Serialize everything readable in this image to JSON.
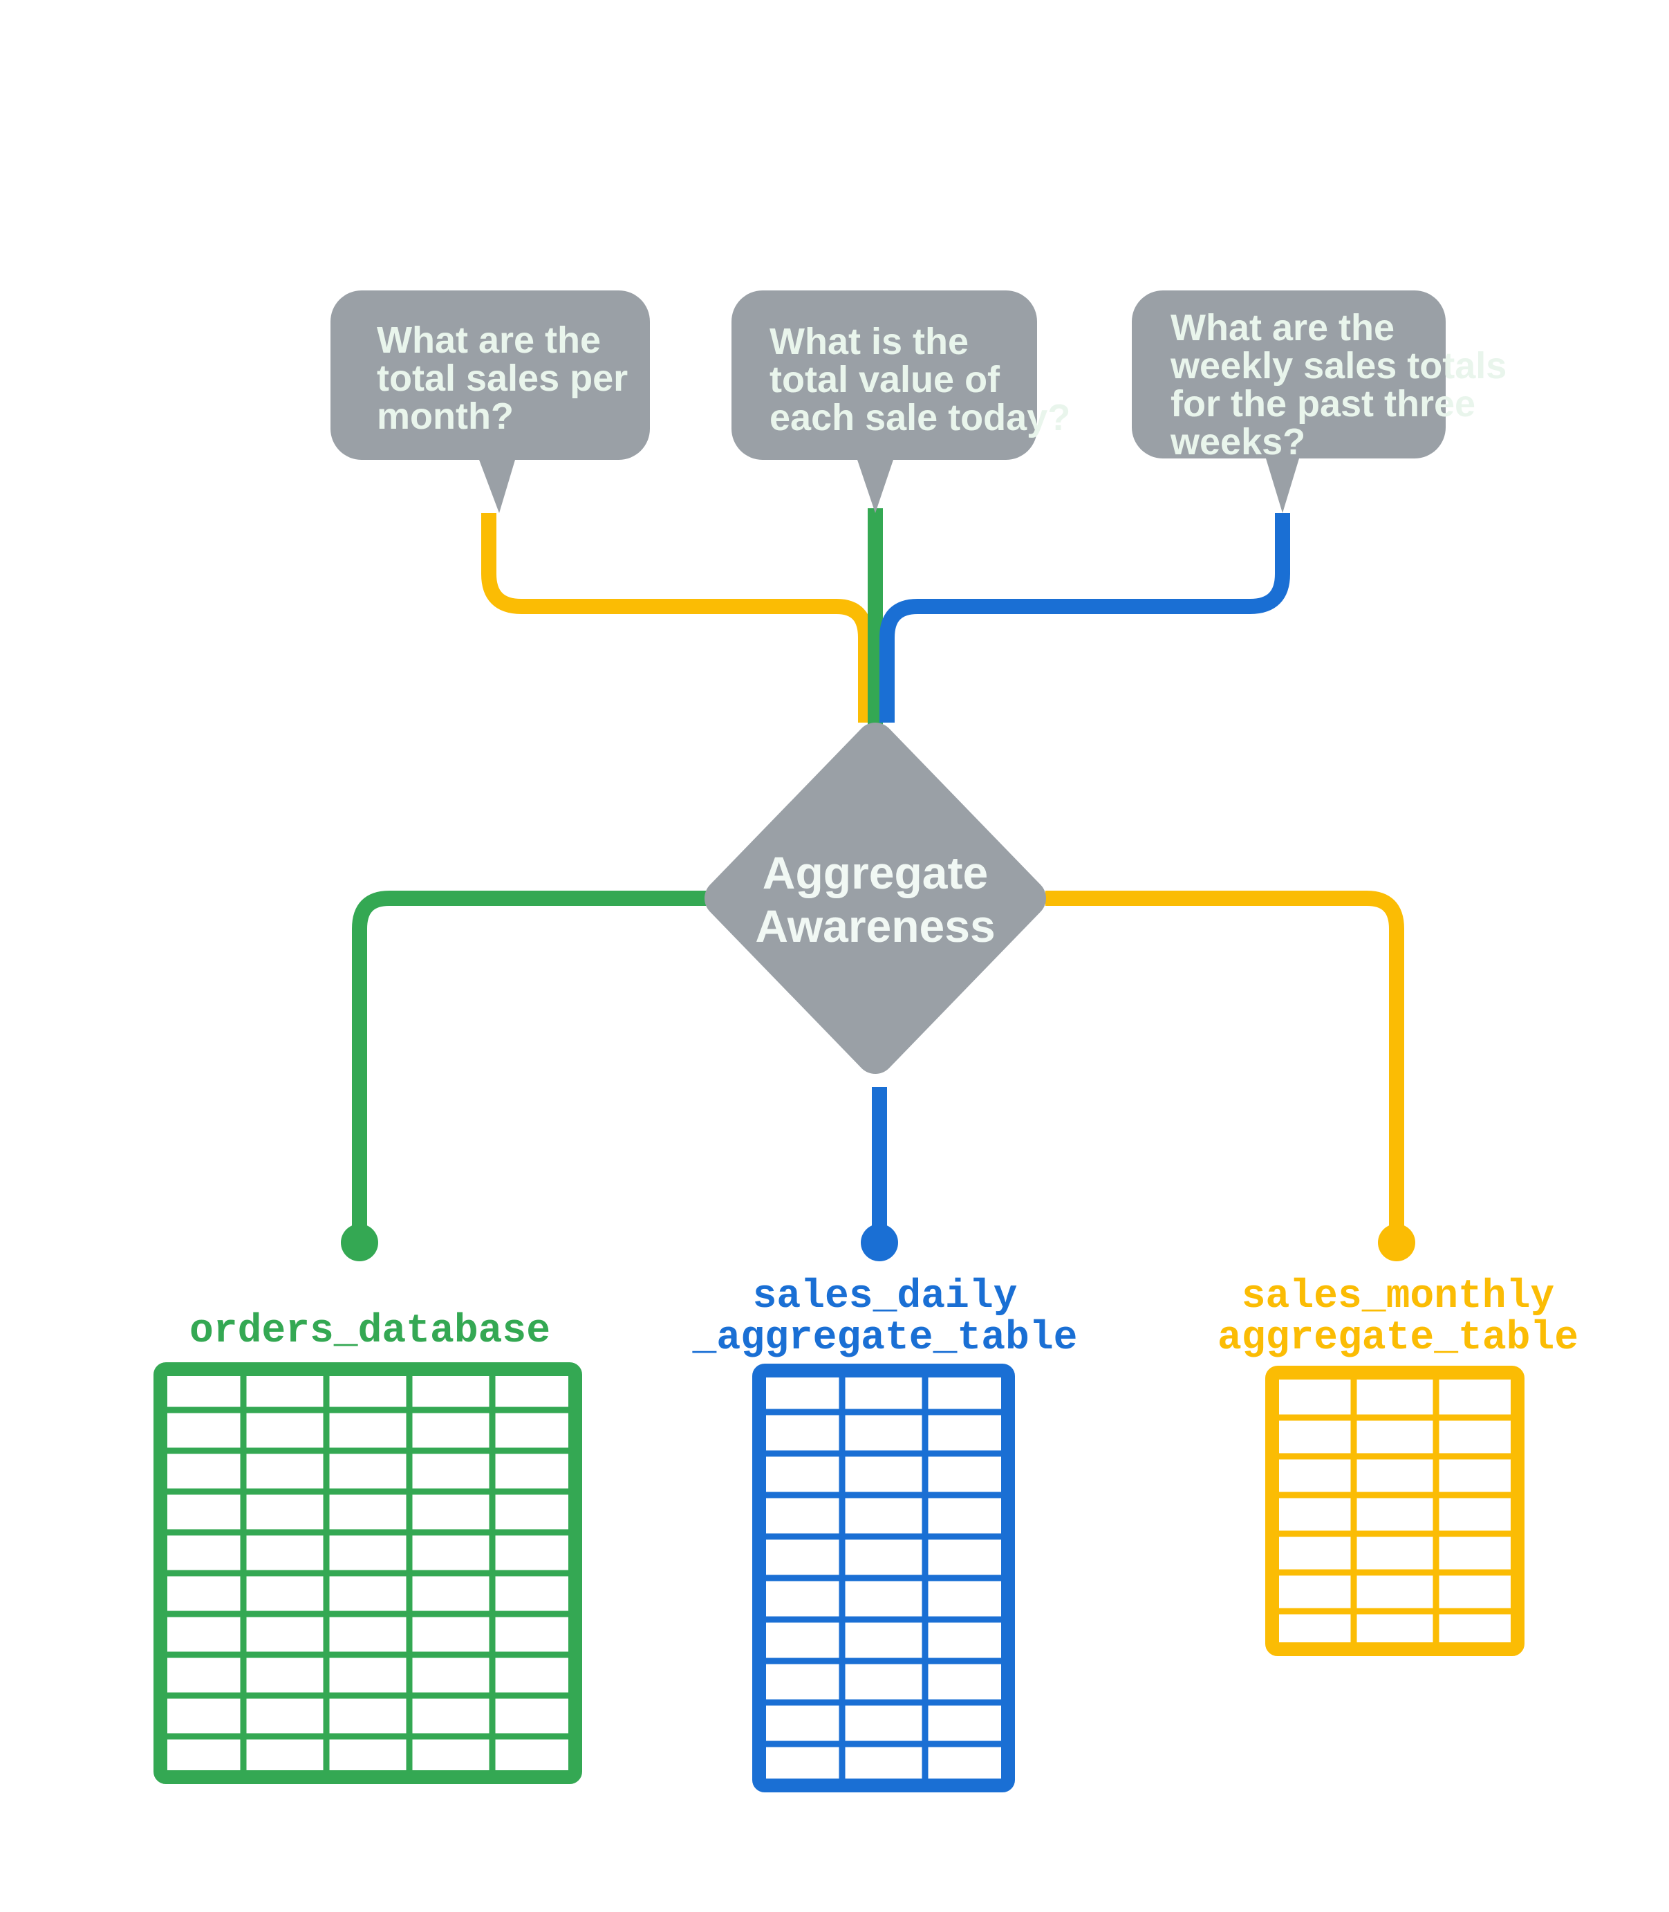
{
  "diagram": {
    "title": "Aggregate Awareness",
    "background_color": "#FFFFFF",
    "bubble_fill": "#9AA0A6",
    "bubble_text_color": "#E9F5EC",
    "node_fill": "#9AA0A6",
    "node_text_color": "#F1F8F4",
    "colors": {
      "green": "#34A853",
      "blue": "#1A6FD4",
      "yellow": "#FBBC04",
      "gray": "#9AA0A6"
    }
  },
  "questions": [
    {
      "id": "q-monthly",
      "lines": [
        "What are the",
        "total sales per",
        "month?"
      ],
      "connector_color": "#FBBC04"
    },
    {
      "id": "q-daily",
      "lines": [
        "What is the",
        "total value of",
        "each sale today?"
      ],
      "connector_color": "#34A853"
    },
    {
      "id": "q-weekly",
      "lines": [
        "What are the",
        "weekly sales totals",
        "for the past three",
        "weeks?"
      ],
      "connector_color": "#1A6FD4"
    }
  ],
  "center_node": {
    "label_lines": [
      "Aggregate",
      "Awareness"
    ],
    "shape": "diamond",
    "fill": "#9AA0A6"
  },
  "tables": [
    {
      "id": "orders-database",
      "label_lines": [
        "orders_database"
      ],
      "color": "#34A853",
      "columns": 5,
      "rows": 10
    },
    {
      "id": "sales-daily-aggregate-table",
      "label_lines": [
        "sales_daily",
        "_aggregate_table"
      ],
      "color": "#1A6FD4",
      "columns": 3,
      "rows": 10
    },
    {
      "id": "sales-monthly-aggregate-table",
      "label_lines": [
        "sales_monthly",
        "aggregate_table"
      ],
      "color": "#FBBC04",
      "columns": 3,
      "rows": 7
    }
  ],
  "connectors": [
    {
      "id": "yellow-question-to-node",
      "color": "#FBBC04",
      "from": "q-monthly",
      "to": "center-node"
    },
    {
      "id": "green-question-to-node",
      "color": "#34A853",
      "from": "q-daily",
      "to": "center-node"
    },
    {
      "id": "blue-question-to-node",
      "color": "#1A6FD4",
      "from": "q-weekly",
      "to": "center-node"
    },
    {
      "id": "green-node-to-orders",
      "color": "#34A853",
      "from": "center-node",
      "to": "orders-database"
    },
    {
      "id": "blue-node-to-daily",
      "color": "#1A6FD4",
      "from": "center-node",
      "to": "sales-daily-aggregate-table"
    },
    {
      "id": "yellow-node-to-monthly",
      "color": "#FBBC04",
      "from": "center-node",
      "to": "sales-monthly-aggregate-table"
    }
  ]
}
